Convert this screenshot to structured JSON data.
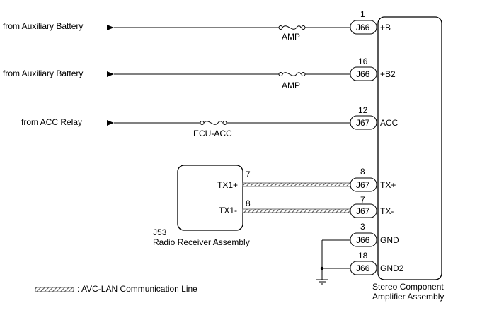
{
  "inputs": [
    {
      "label": "from Auxiliary Battery",
      "fuse": "AMP",
      "pin": "1",
      "connector": "J66",
      "terminal": "+B"
    },
    {
      "label": "from Auxiliary Battery",
      "fuse": "AMP",
      "pin": "16",
      "connector": "J66",
      "terminal": "+B2"
    },
    {
      "label": "from ACC Relay",
      "fuse": "ECU-ACC",
      "pin": "12",
      "connector": "J67",
      "terminal": "ACC"
    }
  ],
  "comm_lines": [
    {
      "src_terminal": "TX1+",
      "src_pin": "7",
      "pin": "8",
      "connector": "J67",
      "terminal": "TX+"
    },
    {
      "src_terminal": "TX1-",
      "src_pin": "8",
      "pin": "7",
      "connector": "J67",
      "terminal": "TX-"
    }
  ],
  "grounds": [
    {
      "pin": "3",
      "connector": "J66",
      "terminal": "GND"
    },
    {
      "pin": "18",
      "connector": "J66",
      "terminal": "GND2"
    }
  ],
  "radio_receiver": {
    "code": "J53",
    "name": "Radio Receiver Assembly"
  },
  "amplifier": {
    "name_line1": "Stereo Component",
    "name_line2": "Amplifier Assembly"
  },
  "legend": {
    "label": ": AVC-LAN Communication Line"
  }
}
